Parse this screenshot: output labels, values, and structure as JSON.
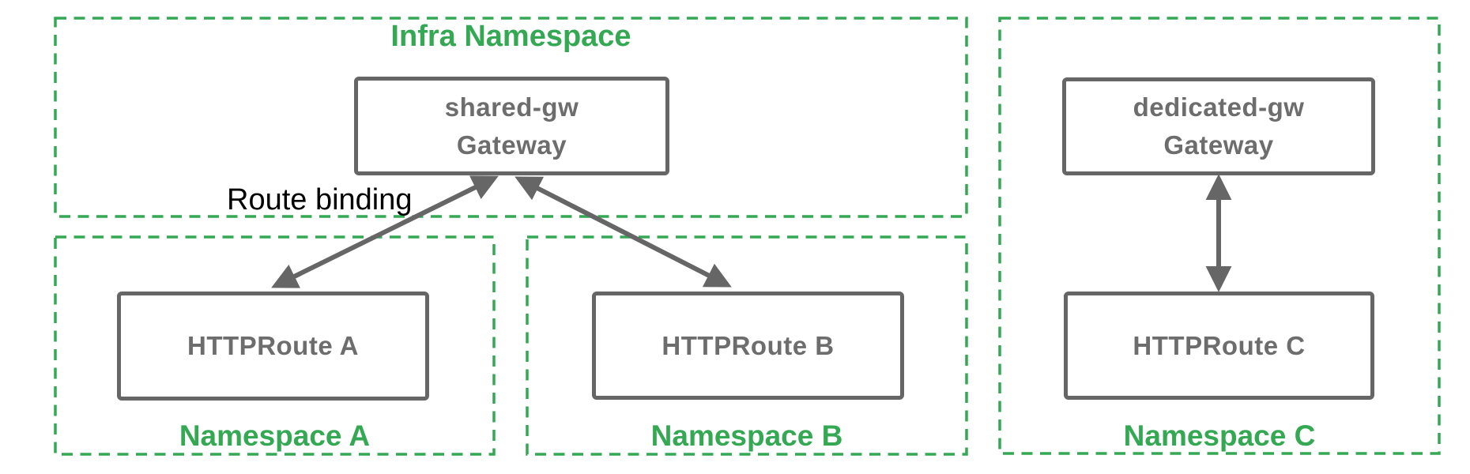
{
  "colors": {
    "green": "#34a853",
    "gray": "#666666",
    "node-text": "#6d6d6d",
    "black": "#000000",
    "bg": "#ffffff"
  },
  "containers": {
    "infra": {
      "label": "Infra Namespace"
    },
    "ns_a": {
      "label": "Namespace A"
    },
    "ns_b": {
      "label": "Namespace B"
    },
    "ns_c": {
      "label": "Namespace C"
    }
  },
  "nodes": {
    "shared_gw": {
      "line1": "shared-gw",
      "line2": "Gateway"
    },
    "dedicated_gw": {
      "line1": "dedicated-gw",
      "line2": "Gateway"
    },
    "route_a": {
      "label": "HTTPRoute A"
    },
    "route_b": {
      "label": "HTTPRoute B"
    },
    "route_c": {
      "label": "HTTPRoute C"
    }
  },
  "annotations": {
    "route_binding": "Route binding"
  },
  "edges": [
    {
      "from": "HTTPRoute A",
      "to": "shared-gw Gateway",
      "style": "double-arrow"
    },
    {
      "from": "HTTPRoute B",
      "to": "shared-gw Gateway",
      "style": "double-arrow"
    },
    {
      "from": "HTTPRoute C",
      "to": "dedicated-gw Gateway",
      "style": "double-arrow"
    }
  ]
}
